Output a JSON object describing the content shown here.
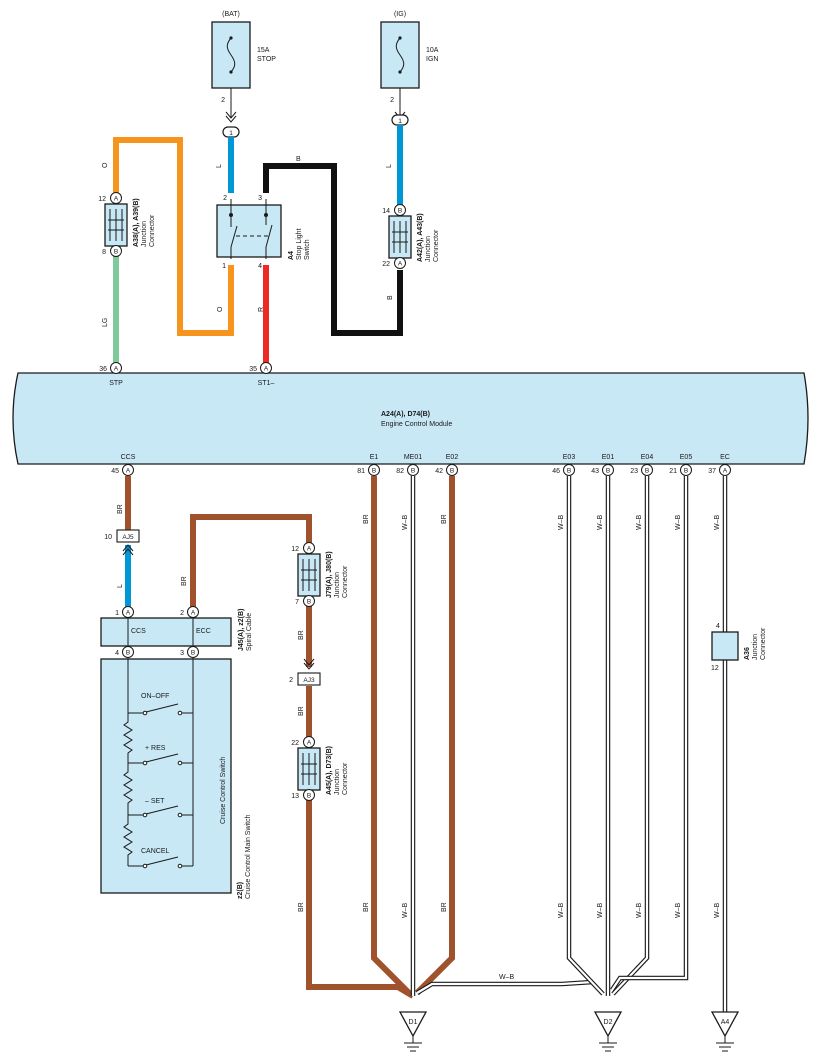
{
  "supplies": [
    {
      "name": "(BAT)",
      "rating": "15A",
      "label": "STOP",
      "pin": "2",
      "conn": "1"
    },
    {
      "name": "(IG)",
      "rating": "10A",
      "label": "IGN",
      "pin": "2",
      "conn": "1"
    }
  ],
  "wire_colors": {
    "O": "O",
    "L": "L",
    "B": "B",
    "LG": "LG",
    "R": "R",
    "BR": "BR",
    "WB": "W–B"
  },
  "colors": {
    "orange": "#f7941d",
    "blue": "#0097d7",
    "black": "#111111",
    "green": "#7fc99a",
    "red": "#ee2a24",
    "brown": "#a0522d",
    "fill": "#c8e8f6"
  },
  "junction_a38": {
    "title": "A38(A), A39(B)",
    "sub1": "Junction",
    "sub2": "Connector",
    "pin_top": "12",
    "letter_top": "A",
    "pin_bot": "8",
    "letter_bot": "B"
  },
  "stop_switch": {
    "title": "A4",
    "sub1": "Stop Light",
    "sub2": "Switch",
    "p2": "2",
    "p3": "3",
    "p1": "1",
    "p4": "4"
  },
  "junction_a42": {
    "title": "A42(A), A43(B)",
    "sub1": "Junction",
    "sub2": "Connector",
    "pin_top": "14",
    "letter_top": "B",
    "pin_bot": "22",
    "letter_bot": "A"
  },
  "ecm": {
    "title": "A24(A), D74(B)",
    "subtitle": "Engine Control Module",
    "top_pins": [
      {
        "num": "36",
        "letter": "A",
        "name": "STP"
      },
      {
        "num": "35",
        "letter": "A",
        "name": "ST1–"
      }
    ],
    "bottom_pins": [
      {
        "num": "45",
        "letter": "A",
        "name": "CCS"
      },
      {
        "num": "81",
        "letter": "B",
        "name": "E1"
      },
      {
        "num": "82",
        "letter": "B",
        "name": "ME01"
      },
      {
        "num": "42",
        "letter": "B",
        "name": "E02"
      },
      {
        "num": "46",
        "letter": "B",
        "name": "E03"
      },
      {
        "num": "43",
        "letter": "B",
        "name": "E01"
      },
      {
        "num": "23",
        "letter": "B",
        "name": "E04"
      },
      {
        "num": "21",
        "letter": "B",
        "name": "E05"
      },
      {
        "num": "37",
        "letter": "A",
        "name": "EC"
      }
    ]
  },
  "aj5": {
    "label": "AJ5",
    "pin": "10"
  },
  "aj3": {
    "label": "AJ3",
    "pin": "2"
  },
  "spiral": {
    "title": "J45(A), z2(B)",
    "sub": "Spiral Cable",
    "ccs": "CCS",
    "ecc": "ECC",
    "p1": "1",
    "l1": "A",
    "p2": "2",
    "l2": "A",
    "p4": "4",
    "l4": "B",
    "p3": "3",
    "l3": "B"
  },
  "junction_j79": {
    "title": "J79(A), J80(B)",
    "sub1": "Junction",
    "sub2": "Connector",
    "pin_top": "12",
    "letter_top": "A",
    "pin_bot": "7",
    "letter_bot": "B"
  },
  "junction_a45": {
    "title": "A45(A), D73(B)",
    "sub1": "Junction",
    "sub2": "Connector",
    "pin_top": "22",
    "letter_top": "A",
    "pin_bot": "13",
    "letter_bot": "B"
  },
  "cruise": {
    "title": "z2(B)",
    "sub": "Cruise Control Main Switch",
    "inner": "Cruise Control Switch",
    "switches": [
      "ON–OFF",
      "+ RES",
      "– SET",
      "CANCEL"
    ]
  },
  "a36": {
    "title": "A36",
    "sub1": "Junction",
    "sub2": "Connector",
    "pin_top": "4",
    "pin_bot": "12"
  },
  "grounds": [
    "D1",
    "D2",
    "A4"
  ]
}
